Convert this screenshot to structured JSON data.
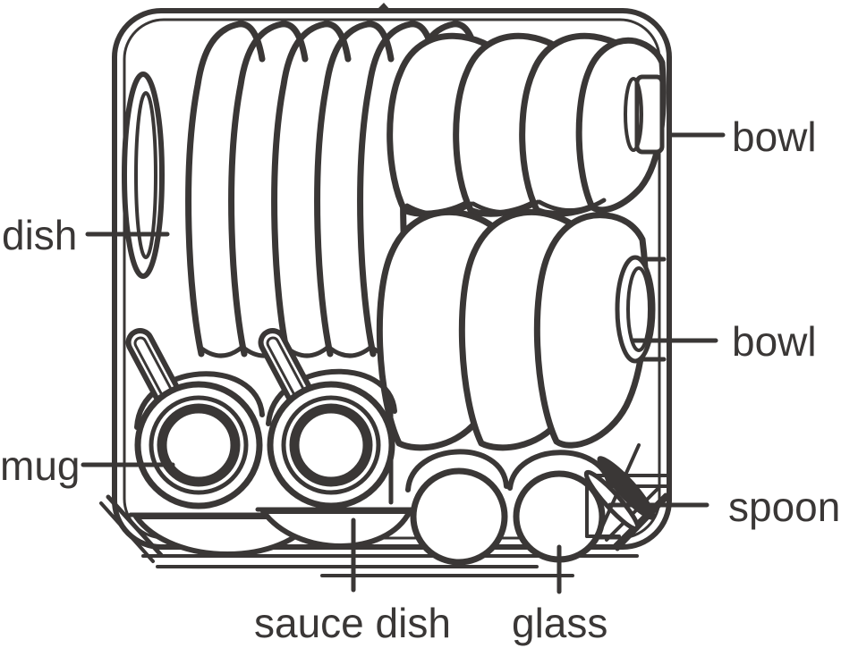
{
  "figure": {
    "background": "#ffffff",
    "line_color": "#3a3736"
  },
  "labels": {
    "dish": "dish",
    "mug": "mug",
    "bowl_top": "bowl",
    "bowl_middle": "bowl",
    "spoon": "spoon",
    "sauce_dish": "sauce dish",
    "glass": "glass"
  },
  "items": {
    "plates": 7,
    "bowls_top_row": 4,
    "bowls_middle_row": 3,
    "mugs": 2,
    "sauce_dishes": 2,
    "glasses": 2,
    "spoons": 2
  }
}
